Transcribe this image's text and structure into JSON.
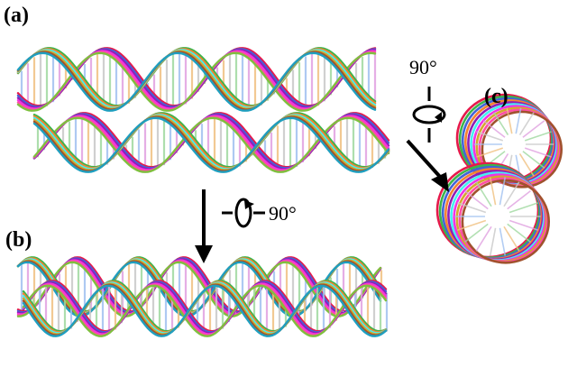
{
  "figure": {
    "panel_labels": {
      "a": "(a)",
      "b": "(b)",
      "c": "(c)"
    },
    "rotation_labels": {
      "right": "90°",
      "down": "90°"
    },
    "strand_colors": [
      "#e6194b",
      "#3cb44b",
      "#4363d8",
      "#f58231",
      "#911eb4",
      "#46f0f0",
      "#f032e6",
      "#d2a82f",
      "#ff4fa3",
      "#a0522d",
      "#7fbf3f",
      "#1f9fbf"
    ],
    "rung_colors": [
      "#c8c8c8",
      "#e0a0e0",
      "#9fd89f",
      "#f0c080",
      "#a0c0f0"
    ]
  }
}
